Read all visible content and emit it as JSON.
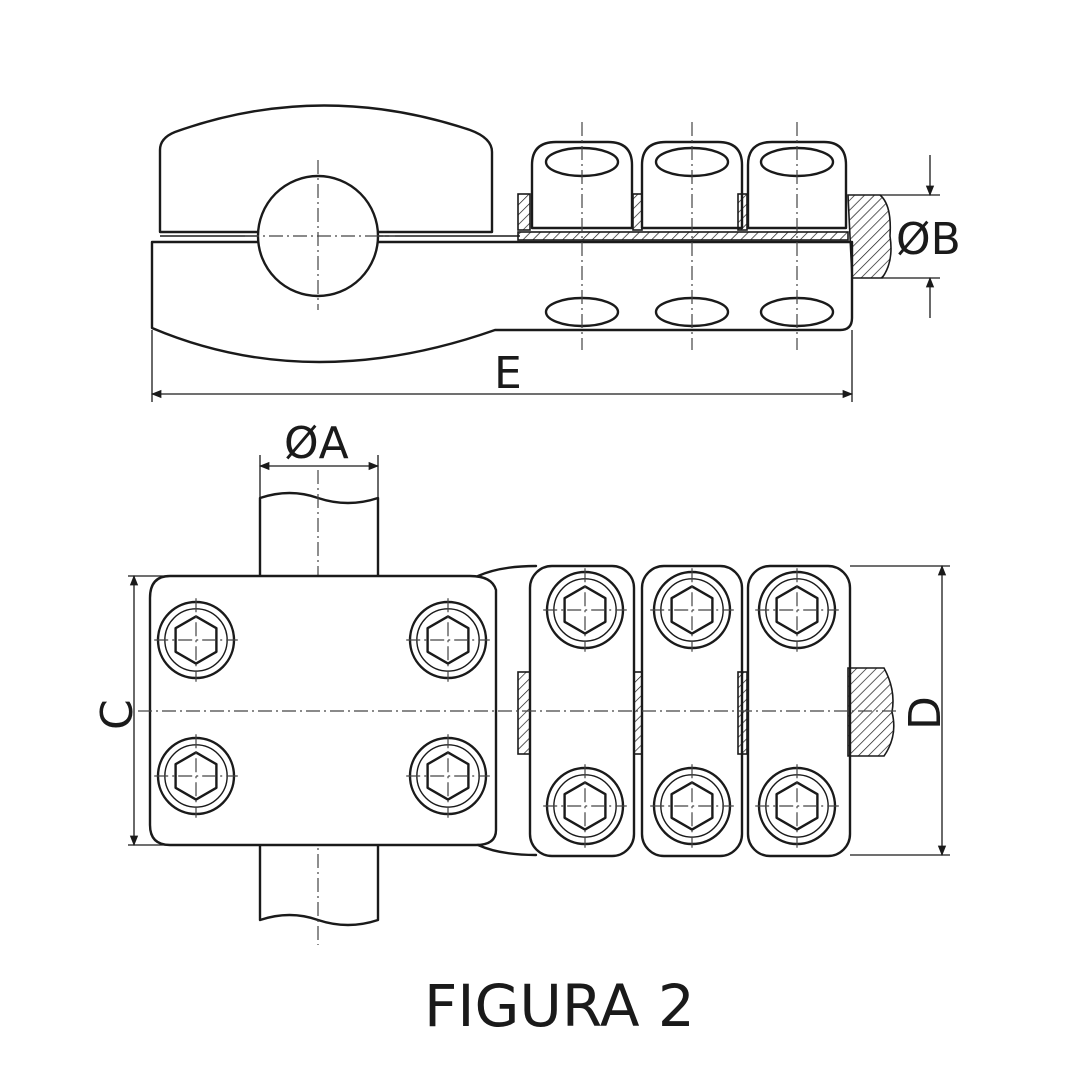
{
  "labels": {
    "dim_b": "ØB",
    "dim_e": "E",
    "dim_a": "ØA",
    "dim_c": "C",
    "dim_d": "D"
  },
  "caption": "FIGURA 2",
  "colors": {
    "line": "#1a1a1a",
    "background": "#ffffff"
  }
}
